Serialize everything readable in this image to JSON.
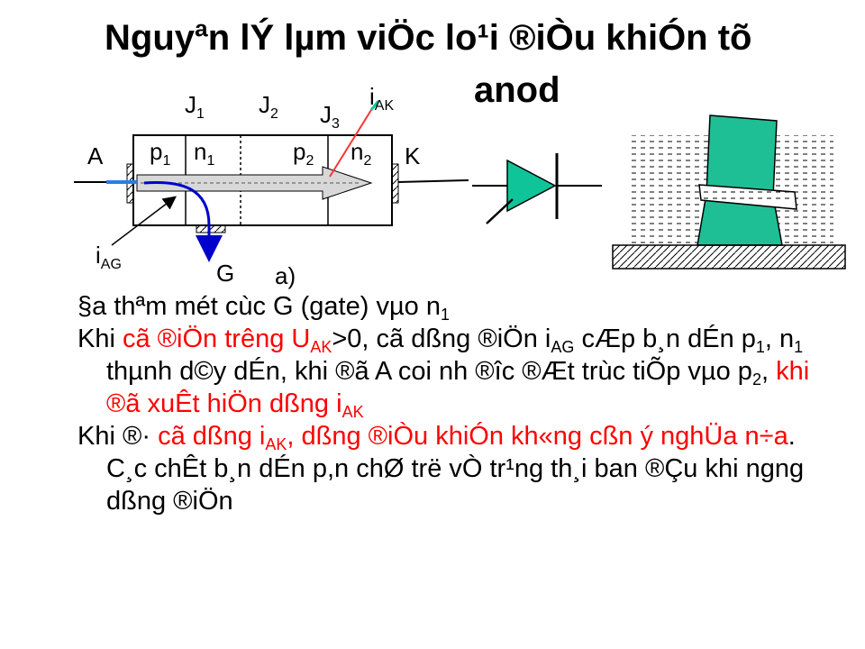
{
  "title": {
    "line1": "Nguyªn lÝ lµm viÖc lo¹i ®iÒu khiÓn tõ",
    "line2": "anod"
  },
  "diagram": {
    "label_a_panel": "a)",
    "anode": "A",
    "cathode": "K",
    "gate": "G",
    "junctions": [
      {
        "main": "J",
        "sub": "1"
      },
      {
        "main": "J",
        "sub": "2"
      },
      {
        "main": "J",
        "sub": "3"
      }
    ],
    "layers": [
      {
        "main": "p",
        "sub": "1"
      },
      {
        "main": "n",
        "sub": "1"
      },
      {
        "main": "p",
        "sub": "2"
      },
      {
        "main": "n",
        "sub": "2"
      }
    ],
    "current_ak": {
      "main": "i",
      "sub": "AK"
    },
    "current_ag": {
      "main": "i",
      "sub": "AG"
    },
    "colors": {
      "gate_current": "#0000cc",
      "anode_current": "#2a7de1",
      "thyristor_symbol": "#10c49a",
      "tree_fill": "#1fbf95",
      "arrow_fill": "#c8c8c8"
    }
  },
  "paragraphs": {
    "p1": {
      "text": "§a thªm mét cùc G (gate) vµo n",
      "sub": "1"
    },
    "p2": {
      "a": "Khi ",
      "b_red": "cã ®iÖn trêng U",
      "b_sub": "AK",
      "c": ">0, cã dßng ®iÖn i",
      "c_sub": "AG",
      "d": " cÆp b¸n dÉn p",
      "d_sub": "1",
      "e": ", n",
      "e_sub": "1",
      "f": " thµnh d©y dÉn, khi ®ã A coi nh ®îc ®Æt trùc tiÕp vµo p",
      "f_sub": "2",
      "g": ", ",
      "h_red": "khi ®ã xuÊt hiÖn dßng i",
      "h_sub": "AK"
    },
    "p3": {
      "a": "Khi ®· ",
      "b_red": "cã dßng i",
      "b_sub": "AK",
      "c_red": ", dßng ®iÒu khiÓn kh«ng cßn ý nghÜa n÷a",
      "d": ". C¸c chÊt b¸n dÉn p,n chØ trë vÒ tr¹ng th¸i ban ®Çu khi ngng dßng ®iÖn"
    }
  }
}
